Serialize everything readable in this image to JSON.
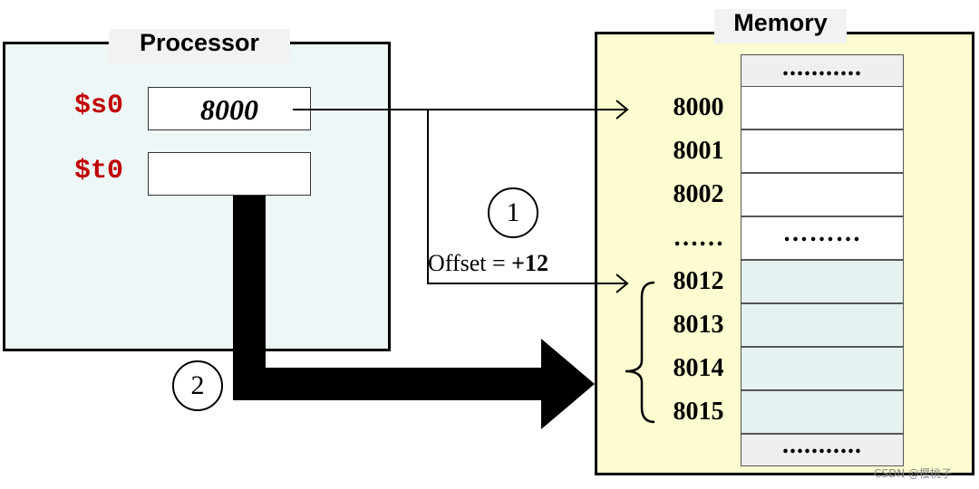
{
  "processor": {
    "title": "Processor",
    "registers": [
      {
        "label": "$s0",
        "value": "8000"
      },
      {
        "label": "$t0",
        "value": ""
      }
    ]
  },
  "memory": {
    "title": "Memory",
    "top_cell": "...........",
    "bottom_cell": "...........",
    "rows": [
      {
        "address": "8000",
        "content": ""
      },
      {
        "address": "8001",
        "content": ""
      },
      {
        "address": "8002",
        "content": ""
      },
      {
        "address": "……",
        "content": "………"
      },
      {
        "address": "8012",
        "content": ""
      },
      {
        "address": "8013",
        "content": ""
      },
      {
        "address": "8014",
        "content": ""
      },
      {
        "address": "8015",
        "content": ""
      }
    ]
  },
  "steps": {
    "step1": "1",
    "step2": "2"
  },
  "offset": {
    "prefix": "Offset = ",
    "value": "+12"
  },
  "watermark": "CSDN @樱桃子",
  "colors": {
    "register_label": "#c00000",
    "processor_bg": "#eef7f7",
    "memory_bg": "#fdfcd0",
    "highlight_cells": "#e6f2f2"
  }
}
